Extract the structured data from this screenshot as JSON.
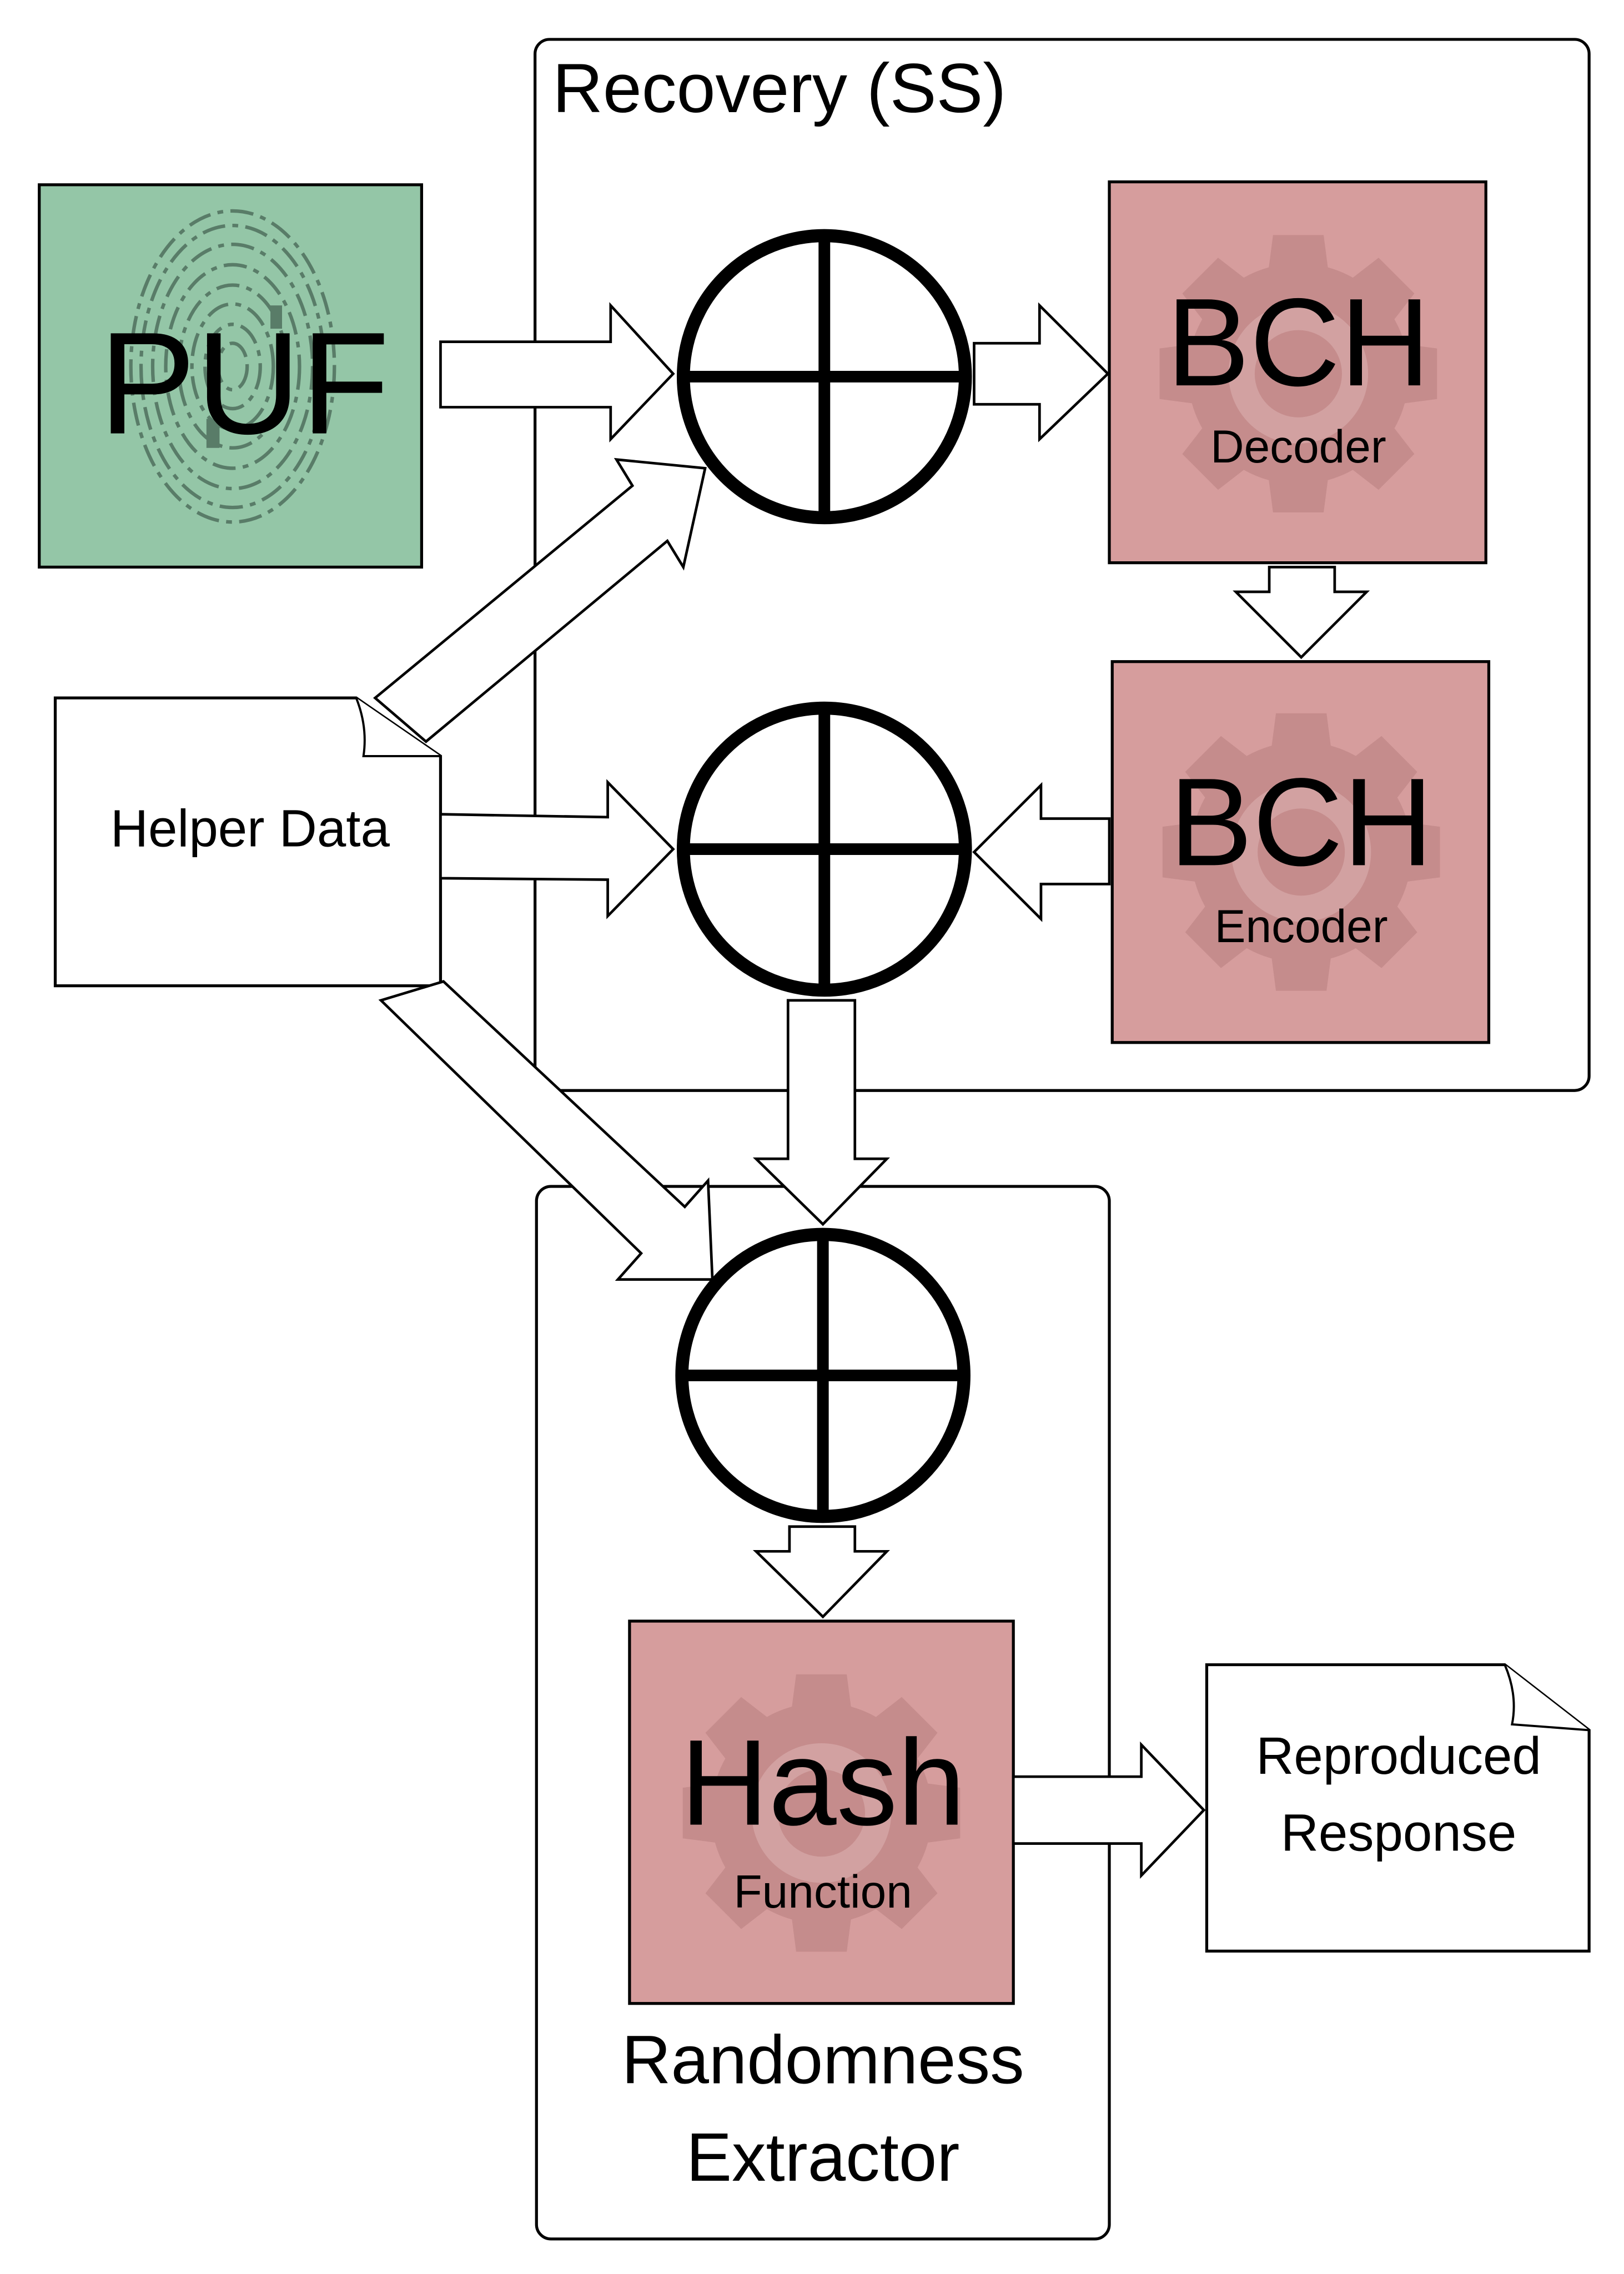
{
  "recovery_box": {
    "title": "Recovery (SS)"
  },
  "puf": {
    "label": "PUF"
  },
  "helper_data": {
    "label": "Helper Data"
  },
  "bch_decoder": {
    "title": "BCH",
    "subtitle": "Decoder"
  },
  "bch_encoder": {
    "title": "BCH",
    "subtitle": "Encoder"
  },
  "hash_function": {
    "title": "Hash",
    "subtitle": "Function"
  },
  "reproduced_response": {
    "line1": "Reproduced",
    "line2": "Response"
  },
  "randomness_extractor": {
    "line1": "Randomness",
    "line2": "Extractor"
  },
  "colors": {
    "puf_fill": "#94c6a7",
    "block_fill": "#d69d9d",
    "gear_fill": "#c58c8c",
    "gear_ring": "#d2a1a1",
    "fingerprint_stroke": "#4b6a59"
  },
  "icons": {
    "puf_graphic": "fingerprint-icon",
    "block_graphic": "gear-icon",
    "operator": "xor-icon"
  }
}
